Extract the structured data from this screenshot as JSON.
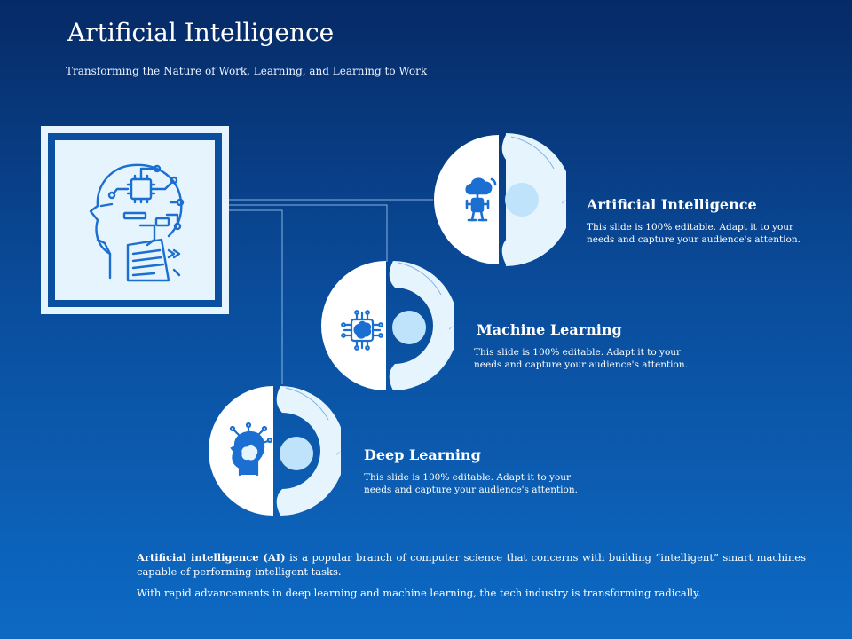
{
  "header": {
    "title": "Artificial Intelligence",
    "subtitle": "Transforming the Nature of Work, Learning, and Learning to Work"
  },
  "hero": {
    "icon": "ai-head-circuit-icon"
  },
  "items": [
    {
      "title": "Artificial Intelligence",
      "description": "This slide is 100% editable. Adapt it to your needs and capture your audience's attention.",
      "icon": "cloud-robot-icon"
    },
    {
      "title": "Machine Learning",
      "description": "This slide is 100% editable. Adapt it to your needs and capture your audience's attention.",
      "icon": "brain-chip-icon"
    },
    {
      "title": "Deep Learning",
      "description": "This slide is 100% editable. Adapt it to your needs and capture your audience's attention.",
      "icon": "head-brain-network-icon"
    }
  ],
  "footer": {
    "paragraph1_bold": "Artificial intelligence (AI)",
    "paragraph1_rest": " is a popular branch of computer science that concerns with building “intelligent” smart machines capable of performing intelligent tasks.",
    "paragraph2": "With rapid advancements in deep learning and machine learning, the tech industry is transforming radically."
  },
  "colors": {
    "background_top": "#062a66",
    "background_bottom": "#0d6ac4",
    "disc_light": "#e6f4fd",
    "disc_accent": "#bfe3fb",
    "icon_blue": "#1b6fd1"
  }
}
